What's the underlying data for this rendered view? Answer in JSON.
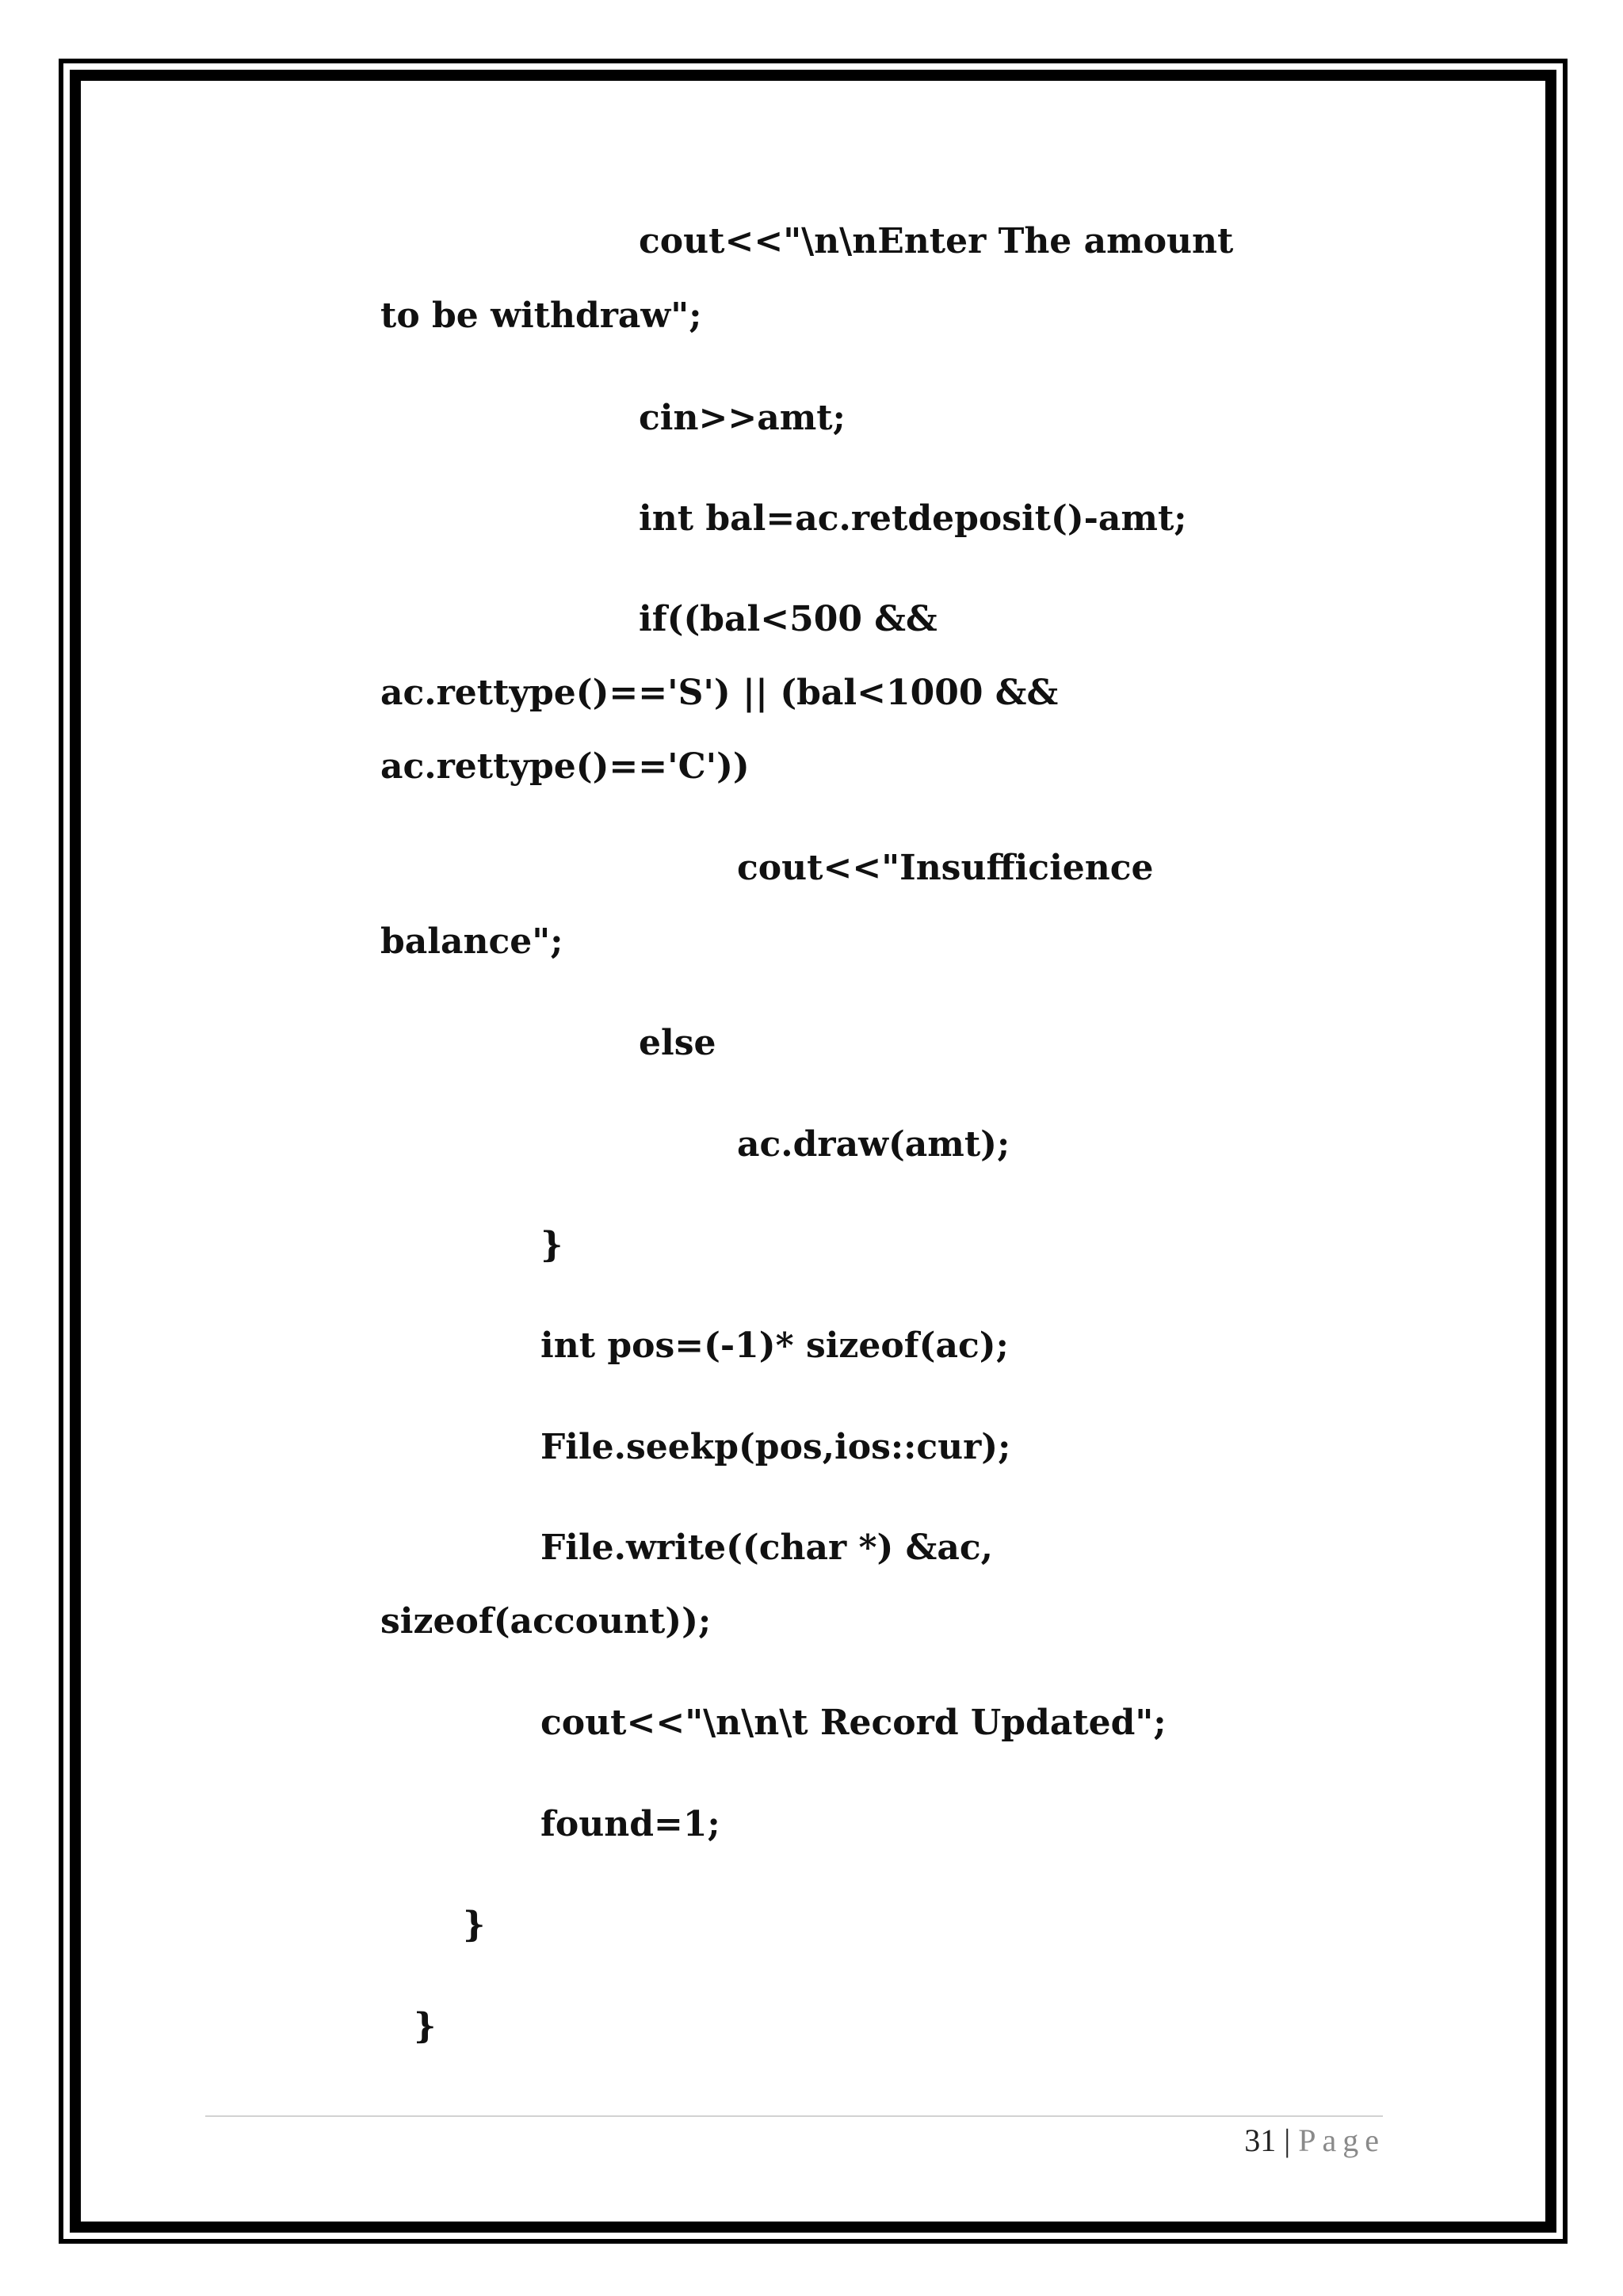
{
  "code_lines": [
    "cout<<\"\\n\\nEnter The amount",
    "to be withdraw\";",
    "cin>>amt;",
    "int bal=ac.retdeposit()-amt;",
    "if((bal<500 &&",
    "ac.rettype()=='S') || (bal<1000 &&",
    "ac.rettype()=='C'))",
    "cout<<\"Insufficience",
    "balance\";",
    "else",
    "ac.draw(amt);",
    "}",
    "int pos=(-1)* sizeof(ac);",
    "File.seekp(pos,ios::cur);",
    "File.write((char *) &ac,",
    "sizeof(account));",
    "cout<<\"\\n\\n\\t Record Updated\";",
    "found=1;",
    "}",
    "}"
  ],
  "footer": {
    "page_number": "31",
    "separator": "|",
    "page_label": "Page"
  }
}
